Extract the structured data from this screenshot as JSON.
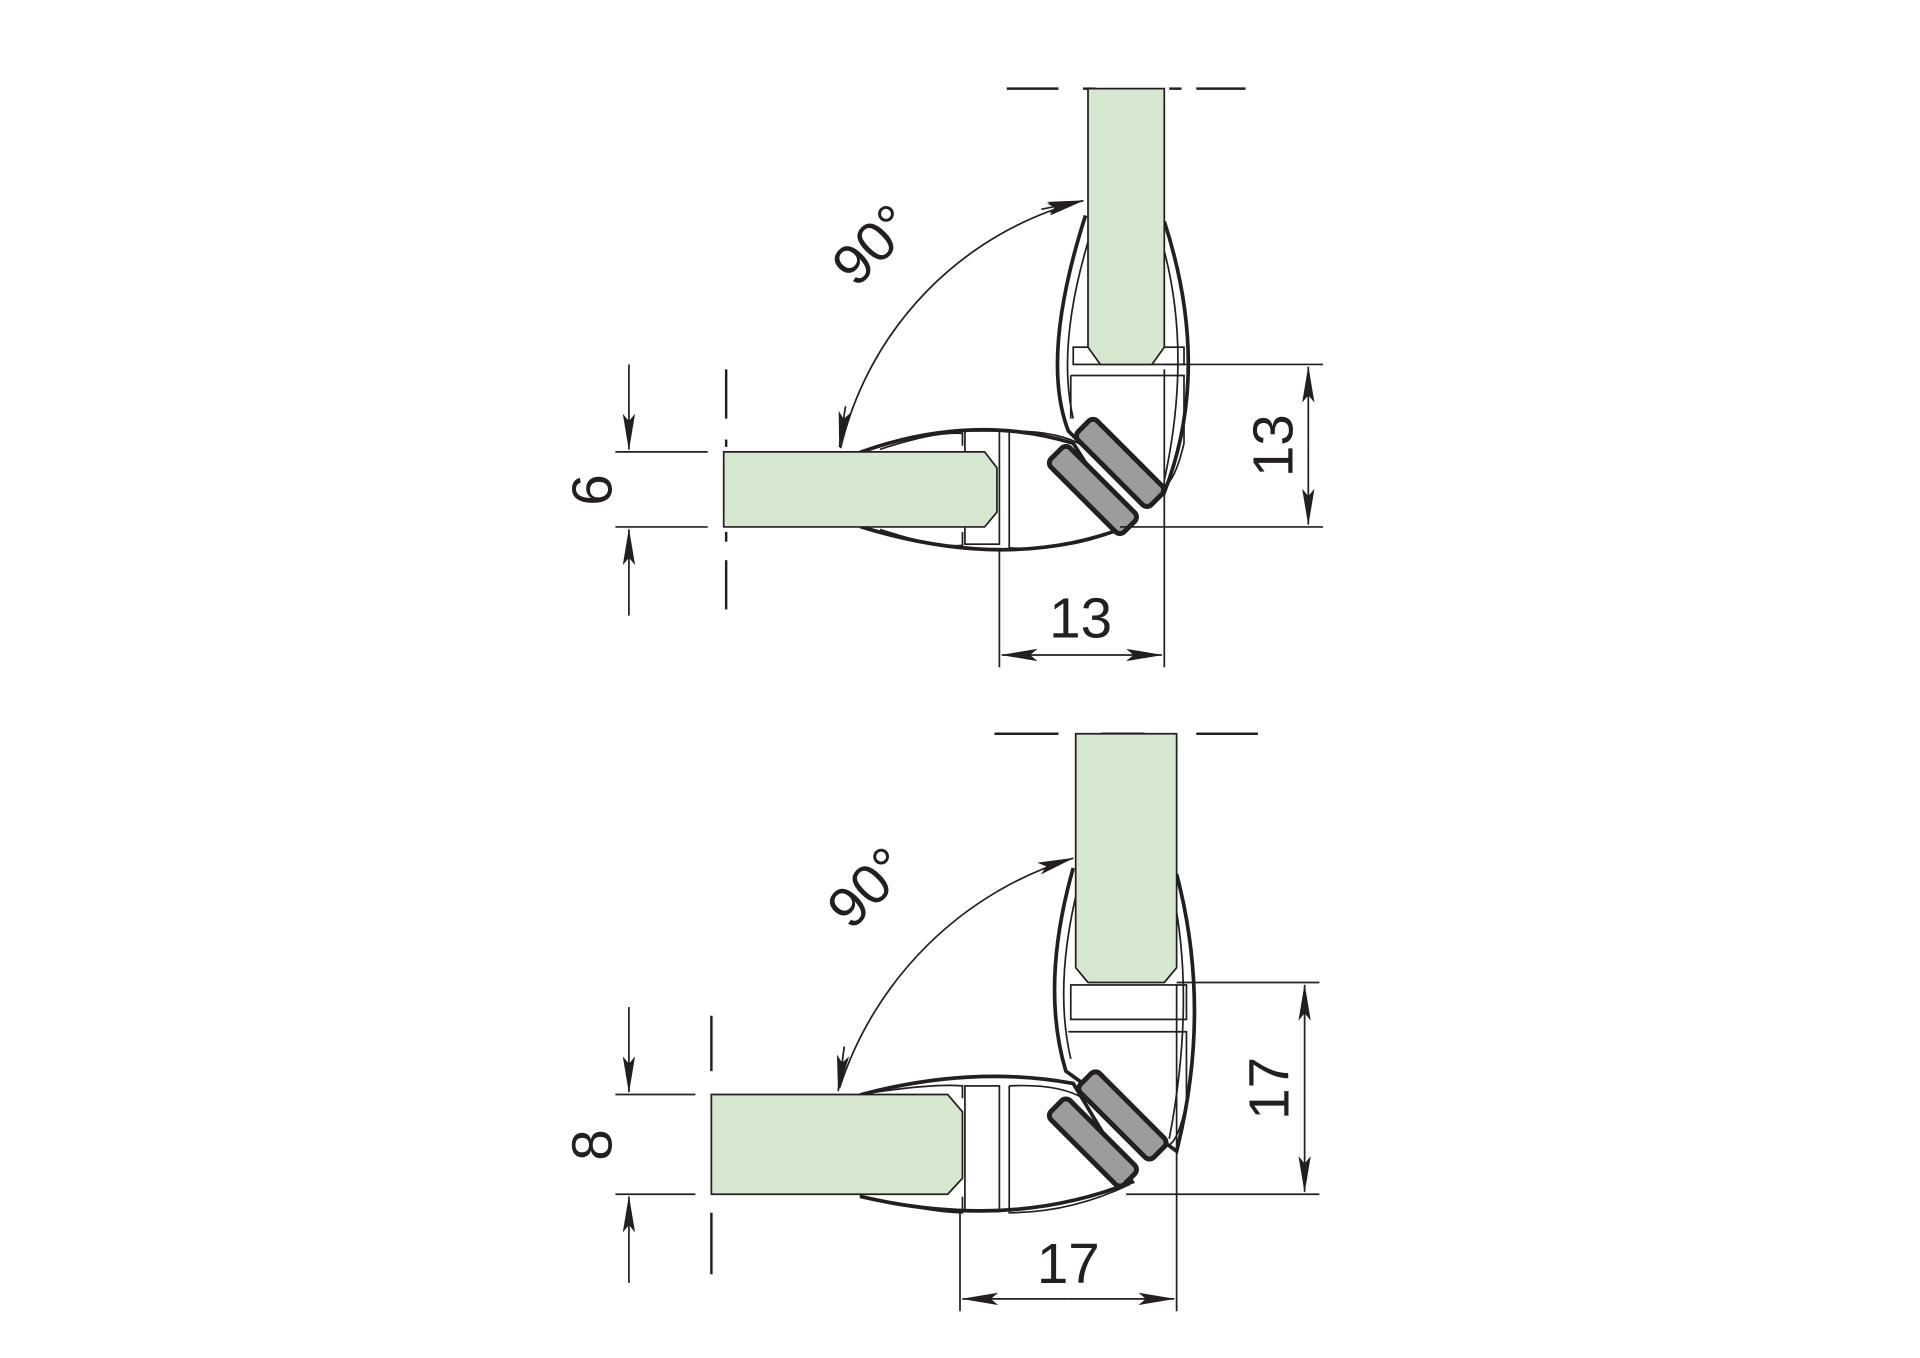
{
  "colors": {
    "glass": "#d5e8cf",
    "magnet": "#9c9c9e",
    "line": "#231f20"
  },
  "diagrams": [
    {
      "glass_thickness": "6",
      "seal_height": "13",
      "seal_width": "13",
      "angle": "90°"
    },
    {
      "glass_thickness": "8",
      "seal_height": "17",
      "seal_width": "17",
      "angle": "90°"
    }
  ]
}
